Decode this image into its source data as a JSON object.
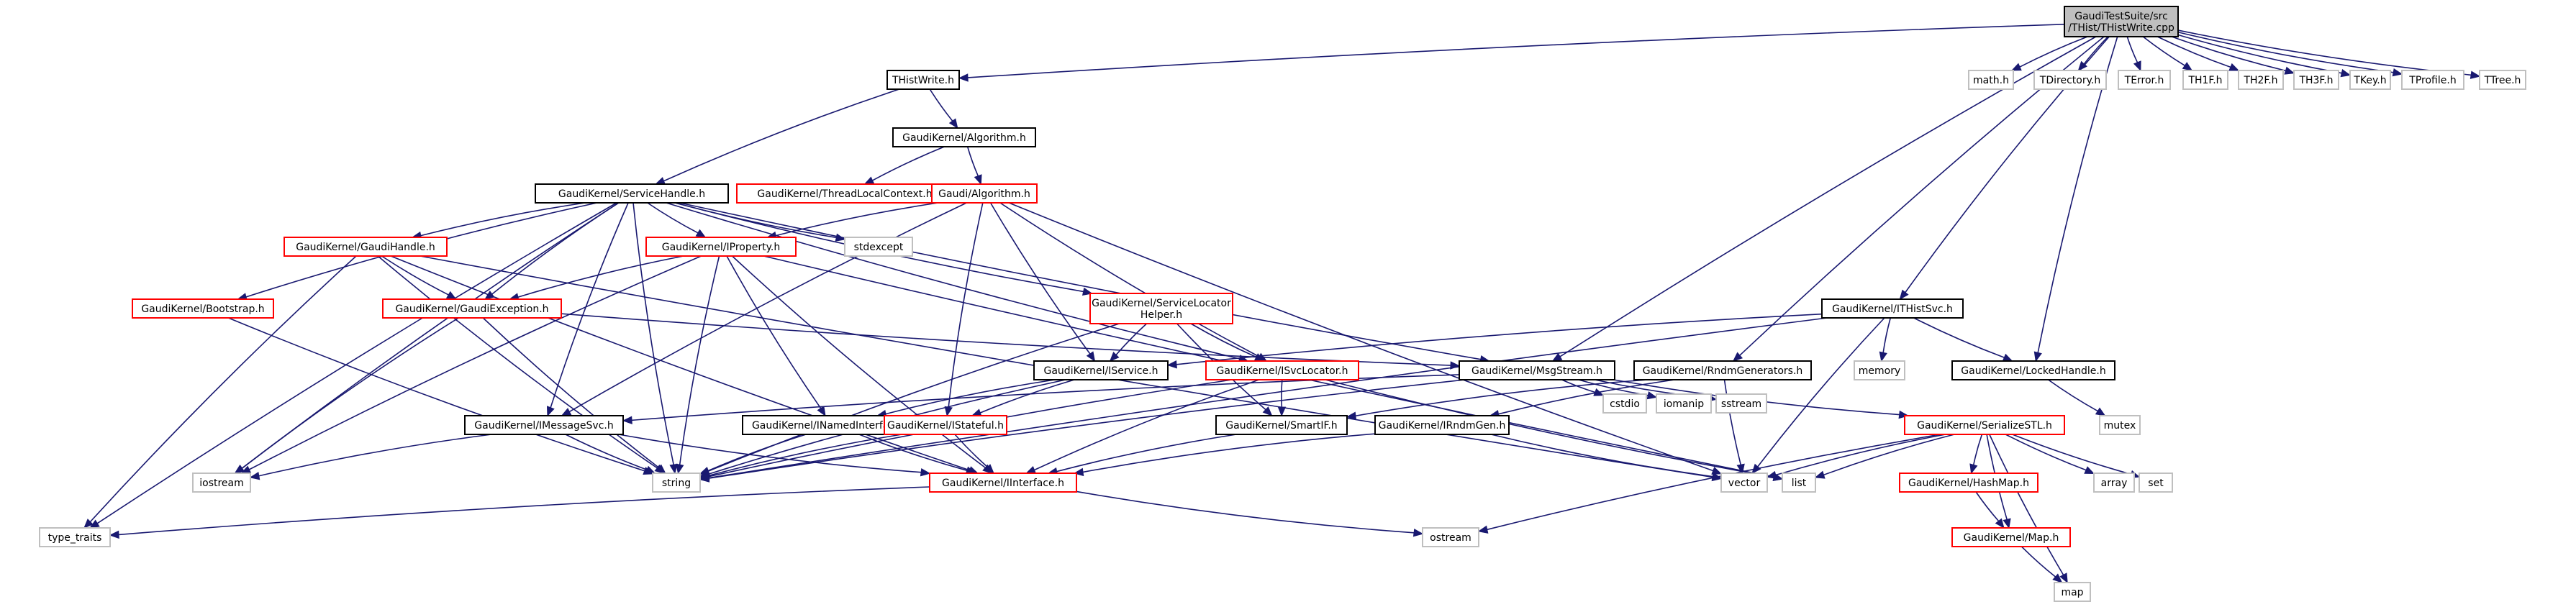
{
  "graph": {
    "title": "GaudiTestSuite/src/THist/THistWrite.cpp",
    "colors": {
      "edge": "#191970",
      "node_fill": "#ffffff",
      "root_fill": "#bfbfbf",
      "border_internal": "#000000",
      "border_truncated": "#ff0000",
      "border_external": "#bfbfbf",
      "text": "#000000"
    },
    "nodes": [
      {
        "id": "root",
        "lines": [
          "GaudiTestSuite/src",
          "/THist/THistWrite.cpp"
        ],
        "kind": "root"
      },
      {
        "id": "thistwrite_h",
        "lines": [
          "THistWrite.h"
        ],
        "kind": "internal"
      },
      {
        "id": "math_h",
        "lines": [
          "math.h"
        ],
        "kind": "external"
      },
      {
        "id": "tdirectory_h",
        "lines": [
          "TDirectory.h"
        ],
        "kind": "external"
      },
      {
        "id": "terror_h",
        "lines": [
          "TError.h"
        ],
        "kind": "external"
      },
      {
        "id": "th1f_h",
        "lines": [
          "TH1F.h"
        ],
        "kind": "external"
      },
      {
        "id": "th2f_h",
        "lines": [
          "TH2F.h"
        ],
        "kind": "external"
      },
      {
        "id": "th3f_h",
        "lines": [
          "TH3F.h"
        ],
        "kind": "external"
      },
      {
        "id": "tkey_h",
        "lines": [
          "TKey.h"
        ],
        "kind": "external"
      },
      {
        "id": "tprofile_h",
        "lines": [
          "TProfile.h"
        ],
        "kind": "external"
      },
      {
        "id": "ttree_h",
        "lines": [
          "TTree.h"
        ],
        "kind": "external"
      },
      {
        "id": "gk_algorithm_h",
        "lines": [
          "GaudiKernel/Algorithm.h"
        ],
        "kind": "internal"
      },
      {
        "id": "servicehandle_h",
        "lines": [
          "GaudiKernel/ServiceHandle.h"
        ],
        "kind": "internal"
      },
      {
        "id": "threadlocalcontext_h",
        "lines": [
          "GaudiKernel/ThreadLocalContext.h"
        ],
        "kind": "truncated"
      },
      {
        "id": "gaudi_algorithm_h",
        "lines": [
          "Gaudi/Algorithm.h"
        ],
        "kind": "truncated"
      },
      {
        "id": "stdexcept",
        "lines": [
          "stdexcept"
        ],
        "kind": "external"
      },
      {
        "id": "gaudihandle_h",
        "lines": [
          "GaudiKernel/GaudiHandle.h"
        ],
        "kind": "truncated"
      },
      {
        "id": "iproperty_h",
        "lines": [
          "GaudiKernel/IProperty.h"
        ],
        "kind": "truncated"
      },
      {
        "id": "bootstrap_h",
        "lines": [
          "GaudiKernel/Bootstrap.h"
        ],
        "kind": "truncated"
      },
      {
        "id": "gaudiexception_h",
        "lines": [
          "GaudiKernel/GaudiException.h"
        ],
        "kind": "truncated"
      },
      {
        "id": "svclocatorhelper_h",
        "lines": [
          "GaudiKernel/ServiceLocator",
          "Helper.h"
        ],
        "kind": "truncated"
      },
      {
        "id": "ithistsvc_h",
        "lines": [
          "GaudiKernel/ITHistSvc.h"
        ],
        "kind": "internal"
      },
      {
        "id": "iservice_h",
        "lines": [
          "GaudiKernel/IService.h"
        ],
        "kind": "internal"
      },
      {
        "id": "isvclocator_h",
        "lines": [
          "GaudiKernel/ISvcLocator.h"
        ],
        "kind": "truncated"
      },
      {
        "id": "msgstream_h",
        "lines": [
          "GaudiKernel/MsgStream.h"
        ],
        "kind": "internal"
      },
      {
        "id": "rndmgenerators_h",
        "lines": [
          "GaudiKernel/RndmGenerators.h"
        ],
        "kind": "internal"
      },
      {
        "id": "memory",
        "lines": [
          "memory"
        ],
        "kind": "external"
      },
      {
        "id": "lockedhandle_h",
        "lines": [
          "GaudiKernel/LockedHandle.h"
        ],
        "kind": "internal"
      },
      {
        "id": "imessagesvc_h",
        "lines": [
          "GaudiKernel/IMessageSvc.h"
        ],
        "kind": "internal"
      },
      {
        "id": "inamedinterface_h",
        "lines": [
          "GaudiKernel/INamedInterface.h"
        ],
        "kind": "internal"
      },
      {
        "id": "istateful_h",
        "lines": [
          "GaudiKernel/IStateful.h"
        ],
        "kind": "truncated"
      },
      {
        "id": "smartif_h",
        "lines": [
          "GaudiKernel/SmartIF.h"
        ],
        "kind": "internal"
      },
      {
        "id": "irndmgen_h",
        "lines": [
          "GaudiKernel/IRndmGen.h"
        ],
        "kind": "internal"
      },
      {
        "id": "cstdio",
        "lines": [
          "cstdio"
        ],
        "kind": "external"
      },
      {
        "id": "iomanip",
        "lines": [
          "iomanip"
        ],
        "kind": "external"
      },
      {
        "id": "sstream",
        "lines": [
          "sstream"
        ],
        "kind": "external"
      },
      {
        "id": "serializestl_h",
        "lines": [
          "GaudiKernel/SerializeSTL.h"
        ],
        "kind": "truncated"
      },
      {
        "id": "mutex",
        "lines": [
          "mutex"
        ],
        "kind": "external"
      },
      {
        "id": "iostream",
        "lines": [
          "iostream"
        ],
        "kind": "external"
      },
      {
        "id": "string",
        "lines": [
          "string"
        ],
        "kind": "external"
      },
      {
        "id": "iinterface_h",
        "lines": [
          "GaudiKernel/IInterface.h"
        ],
        "kind": "truncated"
      },
      {
        "id": "vector",
        "lines": [
          "vector"
        ],
        "kind": "external"
      },
      {
        "id": "list",
        "lines": [
          "list"
        ],
        "kind": "external"
      },
      {
        "id": "hashmap_h",
        "lines": [
          "GaudiKernel/HashMap.h"
        ],
        "kind": "truncated"
      },
      {
        "id": "array",
        "lines": [
          "array"
        ],
        "kind": "external"
      },
      {
        "id": "set",
        "lines": [
          "set"
        ],
        "kind": "external"
      },
      {
        "id": "type_traits",
        "lines": [
          "type_traits"
        ],
        "kind": "external"
      },
      {
        "id": "ostream",
        "lines": [
          "ostream"
        ],
        "kind": "external"
      },
      {
        "id": "map_h",
        "lines": [
          "GaudiKernel/Map.h"
        ],
        "kind": "truncated"
      },
      {
        "id": "map",
        "lines": [
          "map"
        ],
        "kind": "external"
      }
    ],
    "edges": [
      [
        "root",
        "thistwrite_h"
      ],
      [
        "root",
        "math_h"
      ],
      [
        "root",
        "tdirectory_h"
      ],
      [
        "root",
        "terror_h"
      ],
      [
        "root",
        "th1f_h"
      ],
      [
        "root",
        "th2f_h"
      ],
      [
        "root",
        "th3f_h"
      ],
      [
        "root",
        "tkey_h"
      ],
      [
        "root",
        "tprofile_h"
      ],
      [
        "root",
        "ttree_h"
      ],
      [
        "root",
        "msgstream_h"
      ],
      [
        "root",
        "rndmgenerators_h"
      ],
      [
        "root",
        "ithistsvc_h"
      ],
      [
        "root",
        "lockedhandle_h"
      ],
      [
        "thistwrite_h",
        "gk_algorithm_h"
      ],
      [
        "thistwrite_h",
        "servicehandle_h"
      ],
      [
        "gk_algorithm_h",
        "threadlocalcontext_h"
      ],
      [
        "gk_algorithm_h",
        "gaudi_algorithm_h"
      ],
      [
        "servicehandle_h",
        "stdexcept"
      ],
      [
        "servicehandle_h",
        "gaudihandle_h"
      ],
      [
        "servicehandle_h",
        "iproperty_h"
      ],
      [
        "servicehandle_h",
        "bootstrap_h"
      ],
      [
        "servicehandle_h",
        "gaudiexception_h"
      ],
      [
        "servicehandle_h",
        "svclocatorhelper_h"
      ],
      [
        "servicehandle_h",
        "isvclocator_h"
      ],
      [
        "servicehandle_h",
        "msgstream_h"
      ],
      [
        "servicehandle_h",
        "imessagesvc_h"
      ],
      [
        "servicehandle_h",
        "iostream"
      ],
      [
        "servicehandle_h",
        "string"
      ],
      [
        "servicehandle_h",
        "type_traits"
      ],
      [
        "gaudi_algorithm_h",
        "iproperty_h"
      ],
      [
        "gaudi_algorithm_h",
        "iservice_h"
      ],
      [
        "gaudi_algorithm_h",
        "isvclocator_h"
      ],
      [
        "gaudi_algorithm_h",
        "imessagesvc_h"
      ],
      [
        "gaudi_algorithm_h",
        "istateful_h"
      ],
      [
        "gaudi_algorithm_h",
        "vector"
      ],
      [
        "gaudihandle_h",
        "gaudiexception_h"
      ],
      [
        "gaudihandle_h",
        "iinterface_h"
      ],
      [
        "gaudihandle_h",
        "string"
      ],
      [
        "gaudihandle_h",
        "type_traits"
      ],
      [
        "gaudihandle_h",
        "vector"
      ],
      [
        "iproperty_h",
        "gaudiexception_h"
      ],
      [
        "iproperty_h",
        "inamedinterface_h"
      ],
      [
        "iproperty_h",
        "iinterface_h"
      ],
      [
        "iproperty_h",
        "string"
      ],
      [
        "iproperty_h",
        "iostream"
      ],
      [
        "iproperty_h",
        "list"
      ],
      [
        "bootstrap_h",
        "string"
      ],
      [
        "gaudiexception_h",
        "msgstream_h"
      ],
      [
        "gaudiexception_h",
        "string"
      ],
      [
        "gaudiexception_h",
        "iostream"
      ],
      [
        "svclocatorhelper_h",
        "iservice_h"
      ],
      [
        "svclocatorhelper_h",
        "isvclocator_h"
      ],
      [
        "svclocatorhelper_h",
        "smartif_h"
      ],
      [
        "svclocatorhelper_h",
        "string"
      ],
      [
        "ithistsvc_h",
        "iservice_h"
      ],
      [
        "ithistsvc_h",
        "lockedhandle_h"
      ],
      [
        "ithistsvc_h",
        "memory"
      ],
      [
        "ithistsvc_h",
        "string"
      ],
      [
        "ithistsvc_h",
        "vector"
      ],
      [
        "iservice_h",
        "inamedinterface_h"
      ],
      [
        "iservice_h",
        "istateful_h"
      ],
      [
        "iservice_h",
        "string"
      ],
      [
        "isvclocator_h",
        "smartif_h"
      ],
      [
        "isvclocator_h",
        "iinterface_h"
      ],
      [
        "isvclocator_h",
        "string"
      ],
      [
        "isvclocator_h",
        "list"
      ],
      [
        "msgstream_h",
        "imessagesvc_h"
      ],
      [
        "msgstream_h",
        "serializestl_h"
      ],
      [
        "msgstream_h",
        "cstdio"
      ],
      [
        "msgstream_h",
        "iomanip"
      ],
      [
        "msgstream_h",
        "sstream"
      ],
      [
        "msgstream_h",
        "string"
      ],
      [
        "rndmgenerators_h",
        "smartif_h"
      ],
      [
        "rndmgenerators_h",
        "irndmgen_h"
      ],
      [
        "rndmgenerators_h",
        "vector"
      ],
      [
        "lockedhandle_h",
        "mutex"
      ],
      [
        "imessagesvc_h",
        "iinterface_h"
      ],
      [
        "imessagesvc_h",
        "string"
      ],
      [
        "imessagesvc_h",
        "iostream"
      ],
      [
        "inamedinterface_h",
        "iinterface_h"
      ],
      [
        "inamedinterface_h",
        "string"
      ],
      [
        "istateful_h",
        "iinterface_h"
      ],
      [
        "istateful_h",
        "string"
      ],
      [
        "smartif_h",
        "iinterface_h"
      ],
      [
        "irndmgen_h",
        "iinterface_h"
      ],
      [
        "irndmgen_h",
        "vector"
      ],
      [
        "serializestl_h",
        "hashmap_h"
      ],
      [
        "serializestl_h",
        "map_h"
      ],
      [
        "serializestl_h",
        "array"
      ],
      [
        "serializestl_h",
        "set"
      ],
      [
        "serializestl_h",
        "list"
      ],
      [
        "serializestl_h",
        "vector"
      ],
      [
        "serializestl_h",
        "ostream"
      ],
      [
        "serializestl_h",
        "map"
      ],
      [
        "iinterface_h",
        "type_traits"
      ],
      [
        "iinterface_h",
        "ostream"
      ],
      [
        "hashmap_h",
        "map_h"
      ],
      [
        "map_h",
        "map"
      ]
    ]
  }
}
